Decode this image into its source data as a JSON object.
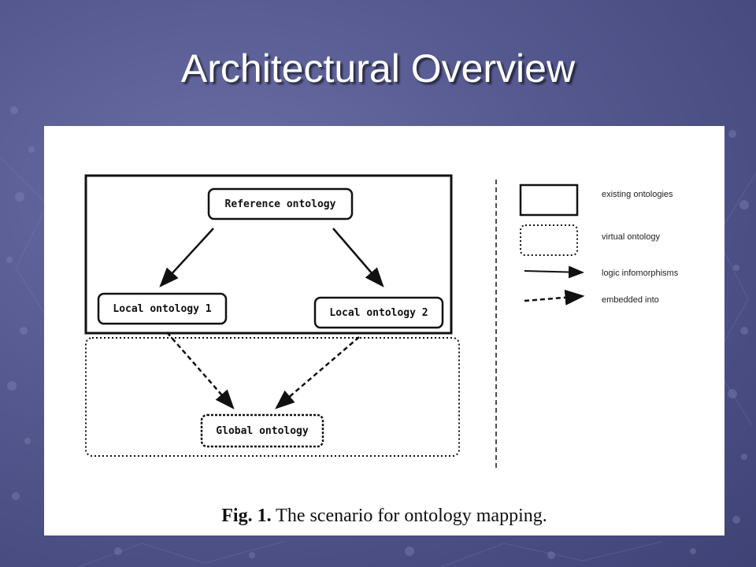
{
  "slide": {
    "title": "Architectural Overview"
  },
  "diagram": {
    "nodes": {
      "reference": "Reference ontology",
      "local1": "Local ontology 1",
      "local2": "Local ontology 2",
      "global": "Global ontology"
    },
    "legend": {
      "existing": "existing ontologies",
      "virtual": "virtual ontology",
      "logic": "logic infomorphisms",
      "embedded": "embedded into"
    },
    "caption": {
      "label": "Fig. 1.",
      "text": "The scenario for ontology mapping."
    }
  }
}
